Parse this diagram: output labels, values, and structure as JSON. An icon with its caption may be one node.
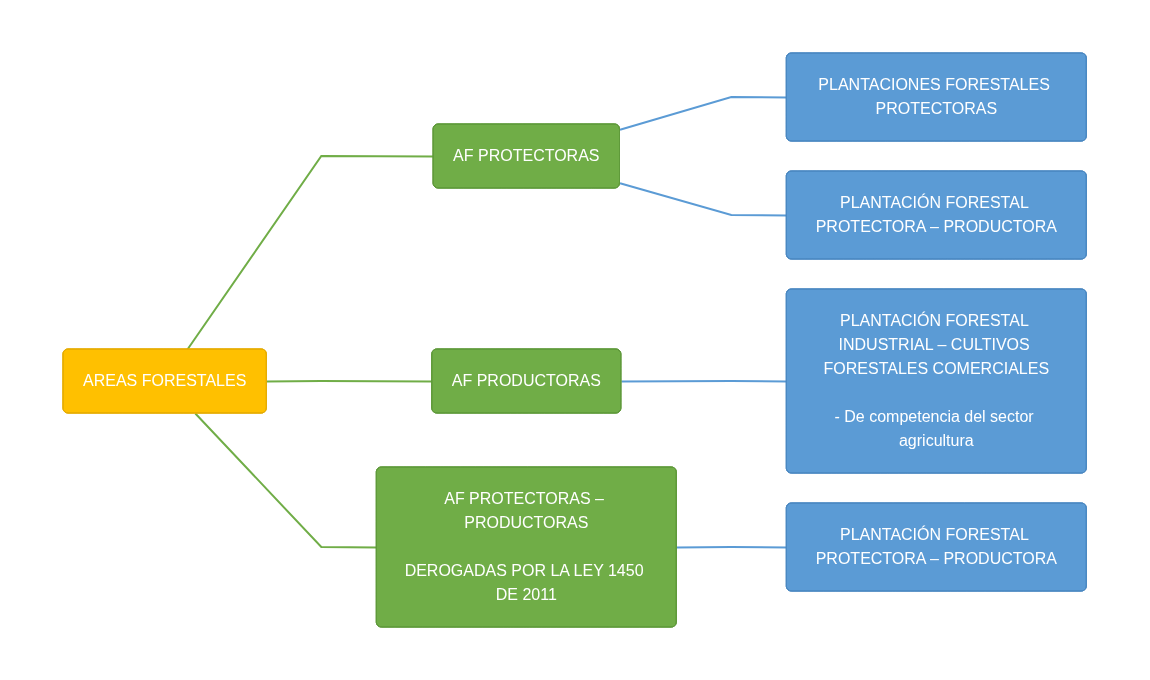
{
  "diagram": {
    "nodes": [
      {
        "text": [
          "AREAS FORESTALES"
        ]
      },
      {
        "text": [
          "AF PROTECTORAS"
        ]
      },
      {
        "text": [
          "PLANTACIONES FORESTALES PROTECTORAS"
        ]
      },
      {
        "text": [
          "PLANTACIÓN FORESTAL PROTECTORA – PRODUCTORA"
        ]
      },
      {
        "text": [
          "AF PRODUCTORAS"
        ]
      },
      {
        "text": [
          "PLANTACIÓN FORESTAL INDUSTRIAL – CULTIVOS FORESTALES COMERCIALES",
          "- De competencia del sector agricultura"
        ]
      },
      {
        "text": [
          "AF PROTECTORAS – PRODUCTORAS",
          "DEROGADAS POR LA LEY 1450 DE 2011"
        ]
      },
      {
        "text": [
          "PLANTACIÓN FORESTAL PROTECTORA – PRODUCTORA"
        ]
      }
    ],
    "edges": [
      {
        "from": 0,
        "to": 1,
        "arrow": "none",
        "color": "#70ad47"
      },
      {
        "from": 0,
        "to": 4,
        "arrow": "none",
        "color": "#70ad47"
      },
      {
        "from": 0,
        "to": 6,
        "arrow": "none",
        "color": "#70ad47"
      },
      {
        "from": 1,
        "to": 2,
        "arrow": "none"
      },
      {
        "from": 1,
        "to": 3,
        "arrow": "none"
      },
      {
        "from": 4,
        "to": 5,
        "arrow": "none"
      },
      {
        "from": 6,
        "to": 7,
        "arrow": "none"
      }
    ]
  }
}
